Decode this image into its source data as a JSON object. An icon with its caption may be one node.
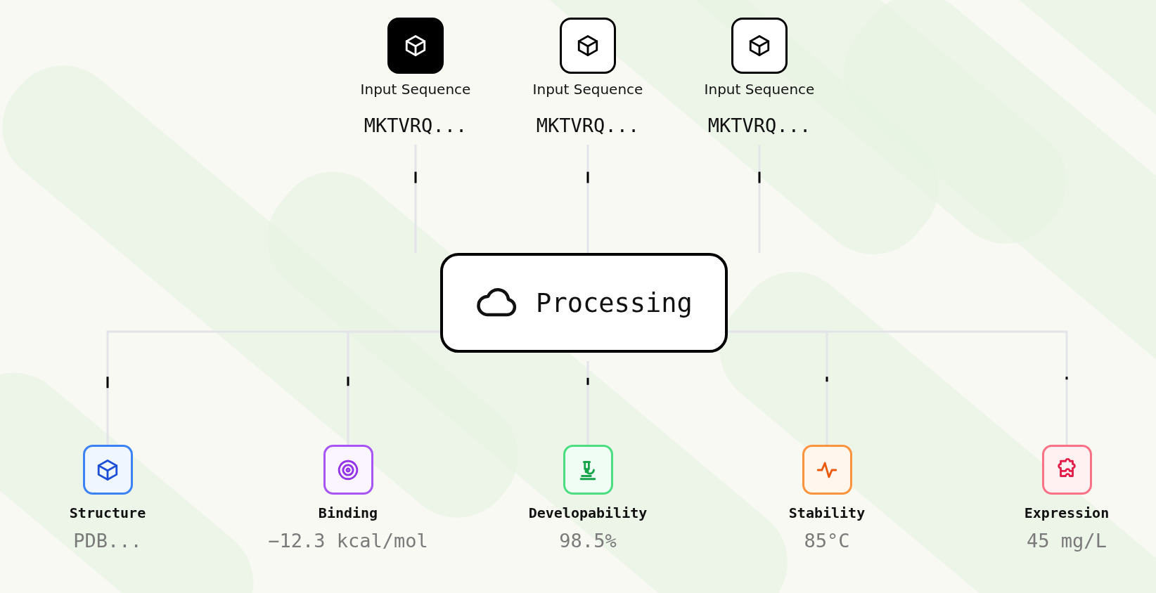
{
  "diagram": {
    "nodes": [
      {
        "text": [
          "Input Sequence",
          "MKTVRQ..."
        ]
      },
      {
        "text": [
          "Input Sequence",
          "MKTVRQ..."
        ]
      },
      {
        "text": [
          "Input Sequence",
          "MKTVRQ..."
        ]
      },
      {
        "text": [
          "Processing"
        ]
      },
      {
        "text": [
          "Structure",
          "PDB..."
        ]
      },
      {
        "text": [
          "Binding",
          "−12.3 kcal/mol"
        ]
      },
      {
        "text": [
          "Developability",
          "98.5%"
        ]
      },
      {
        "text": [
          "Stability",
          "85°C"
        ]
      },
      {
        "text": [
          "Expression",
          "45 mg/L"
        ]
      }
    ],
    "edges": [
      {
        "from": 0,
        "to": 3,
        "arrow": "none"
      },
      {
        "from": 1,
        "to": 3,
        "arrow": "none"
      },
      {
        "from": 2,
        "to": 3,
        "arrow": "none"
      },
      {
        "from": 3,
        "to": 4,
        "arrow": "none"
      },
      {
        "from": 3,
        "to": 5,
        "arrow": "none"
      },
      {
        "from": 3,
        "to": 6,
        "arrow": "none"
      },
      {
        "from": 3,
        "to": 7,
        "arrow": "none"
      },
      {
        "from": 3,
        "to": 8,
        "arrow": "none"
      }
    ]
  }
}
